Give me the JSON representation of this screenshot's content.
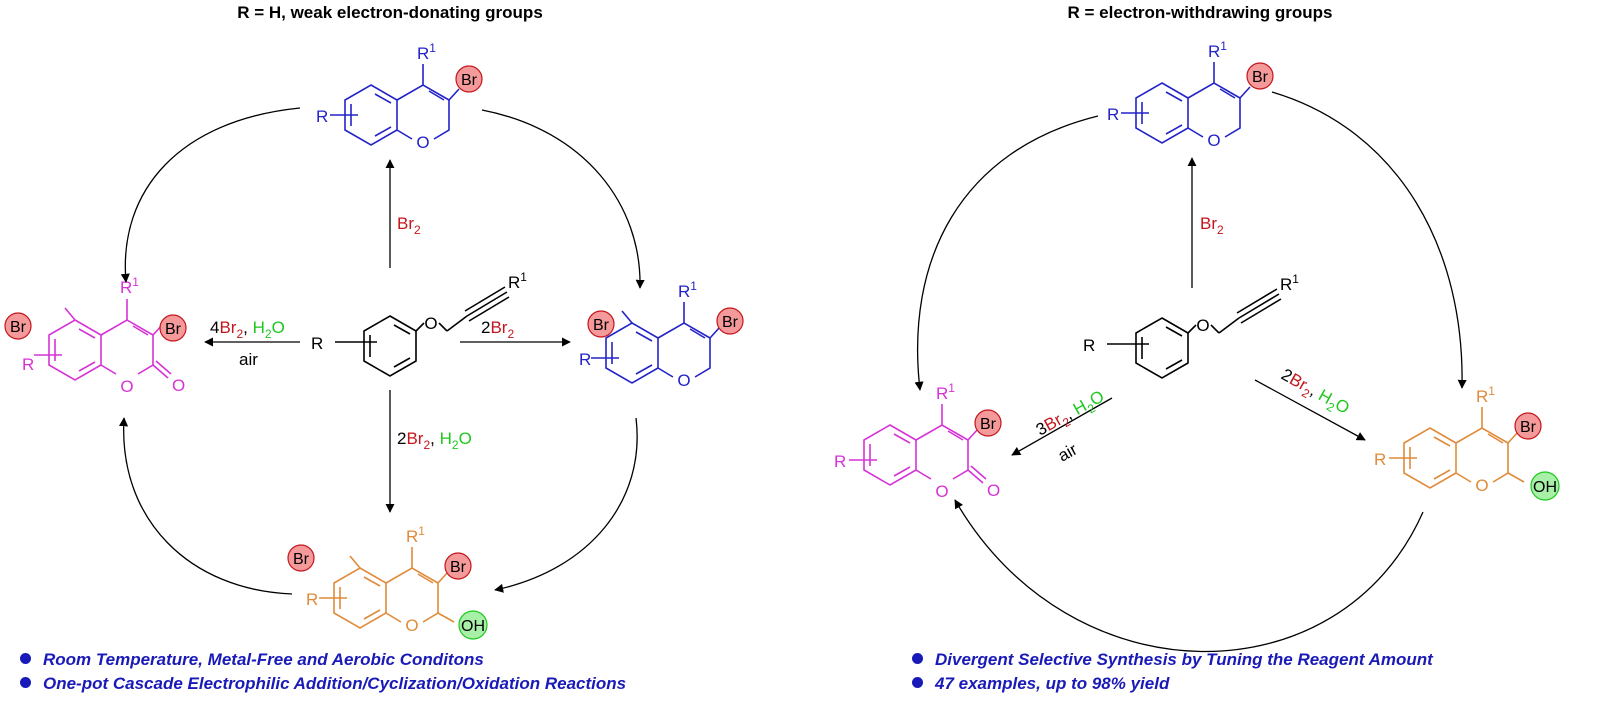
{
  "titles": {
    "left": "R = H, weak electron-donating groups",
    "right": "R = electron-withdrawing groups"
  },
  "labels": {
    "R": "R",
    "R1_base": "R",
    "R1_sup": "1",
    "O": "O",
    "Br": "Br",
    "OH": "OH",
    "Br2_base": "Br",
    "sub2": "2",
    "H2O_base": "H",
    "H2O_tail": "O",
    "coef2": "2",
    "coef3": "3",
    "coef4": "4",
    "comma": ",",
    "air": "air"
  },
  "bullets": {
    "left": [
      "Room Temperature, Metal-Free and Aerobic Conditons",
      "One-pot Cascade Electrophilic Addition/Cyclization/Oxidation Reactions"
    ],
    "right": [
      "Divergent Selective Synthesis by Tuning the Reagent Amount",
      "47 examples, up to 98% yield"
    ]
  },
  "colors": {
    "chromene": "#2323c8",
    "coumarin": "#d633d6",
    "hemiacetal": "#e08b3a",
    "bromine": "#c4161c",
    "water": "#1ec81e",
    "br_fill": "#f59a9a",
    "oh_fill": "#a8f0a8",
    "text": "#000000",
    "bullet": "#1a1ab8"
  }
}
